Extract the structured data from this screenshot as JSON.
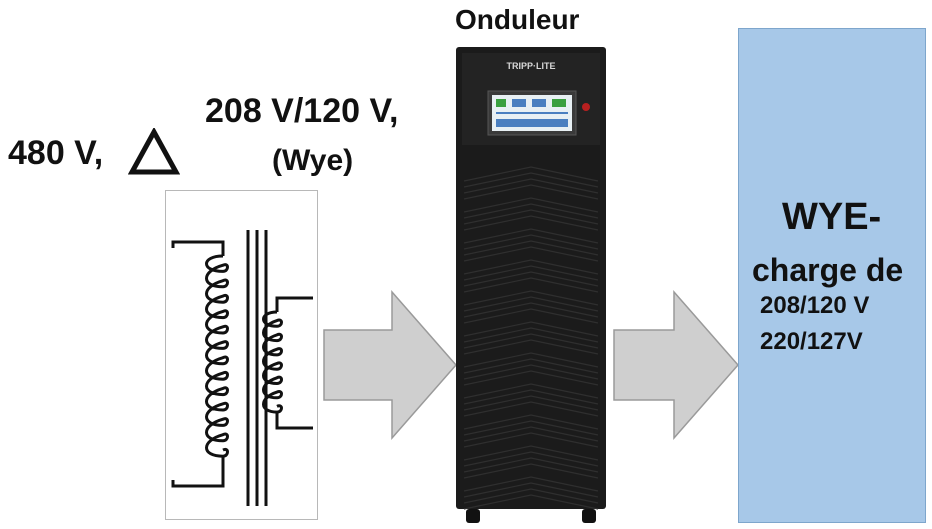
{
  "labels": {
    "input_voltage": "480 V,",
    "output_voltage": "208 V/120 V,",
    "output_config": "(Wye)",
    "ups_title": "Onduleur"
  },
  "load": {
    "line1": "WYE-",
    "line2": "charge de",
    "line3": "208/120 V",
    "line4": "220/127V"
  },
  "ups": {
    "brand": "TRIPP·LITE"
  },
  "colors": {
    "load_fill": "#a7c8e8",
    "arrow_fill": "#cfcfcf",
    "ups_body": "#1b1b1b"
  },
  "icons": {
    "delta": "delta-symbol-icon",
    "transformer": "transformer-coils-icon"
  }
}
